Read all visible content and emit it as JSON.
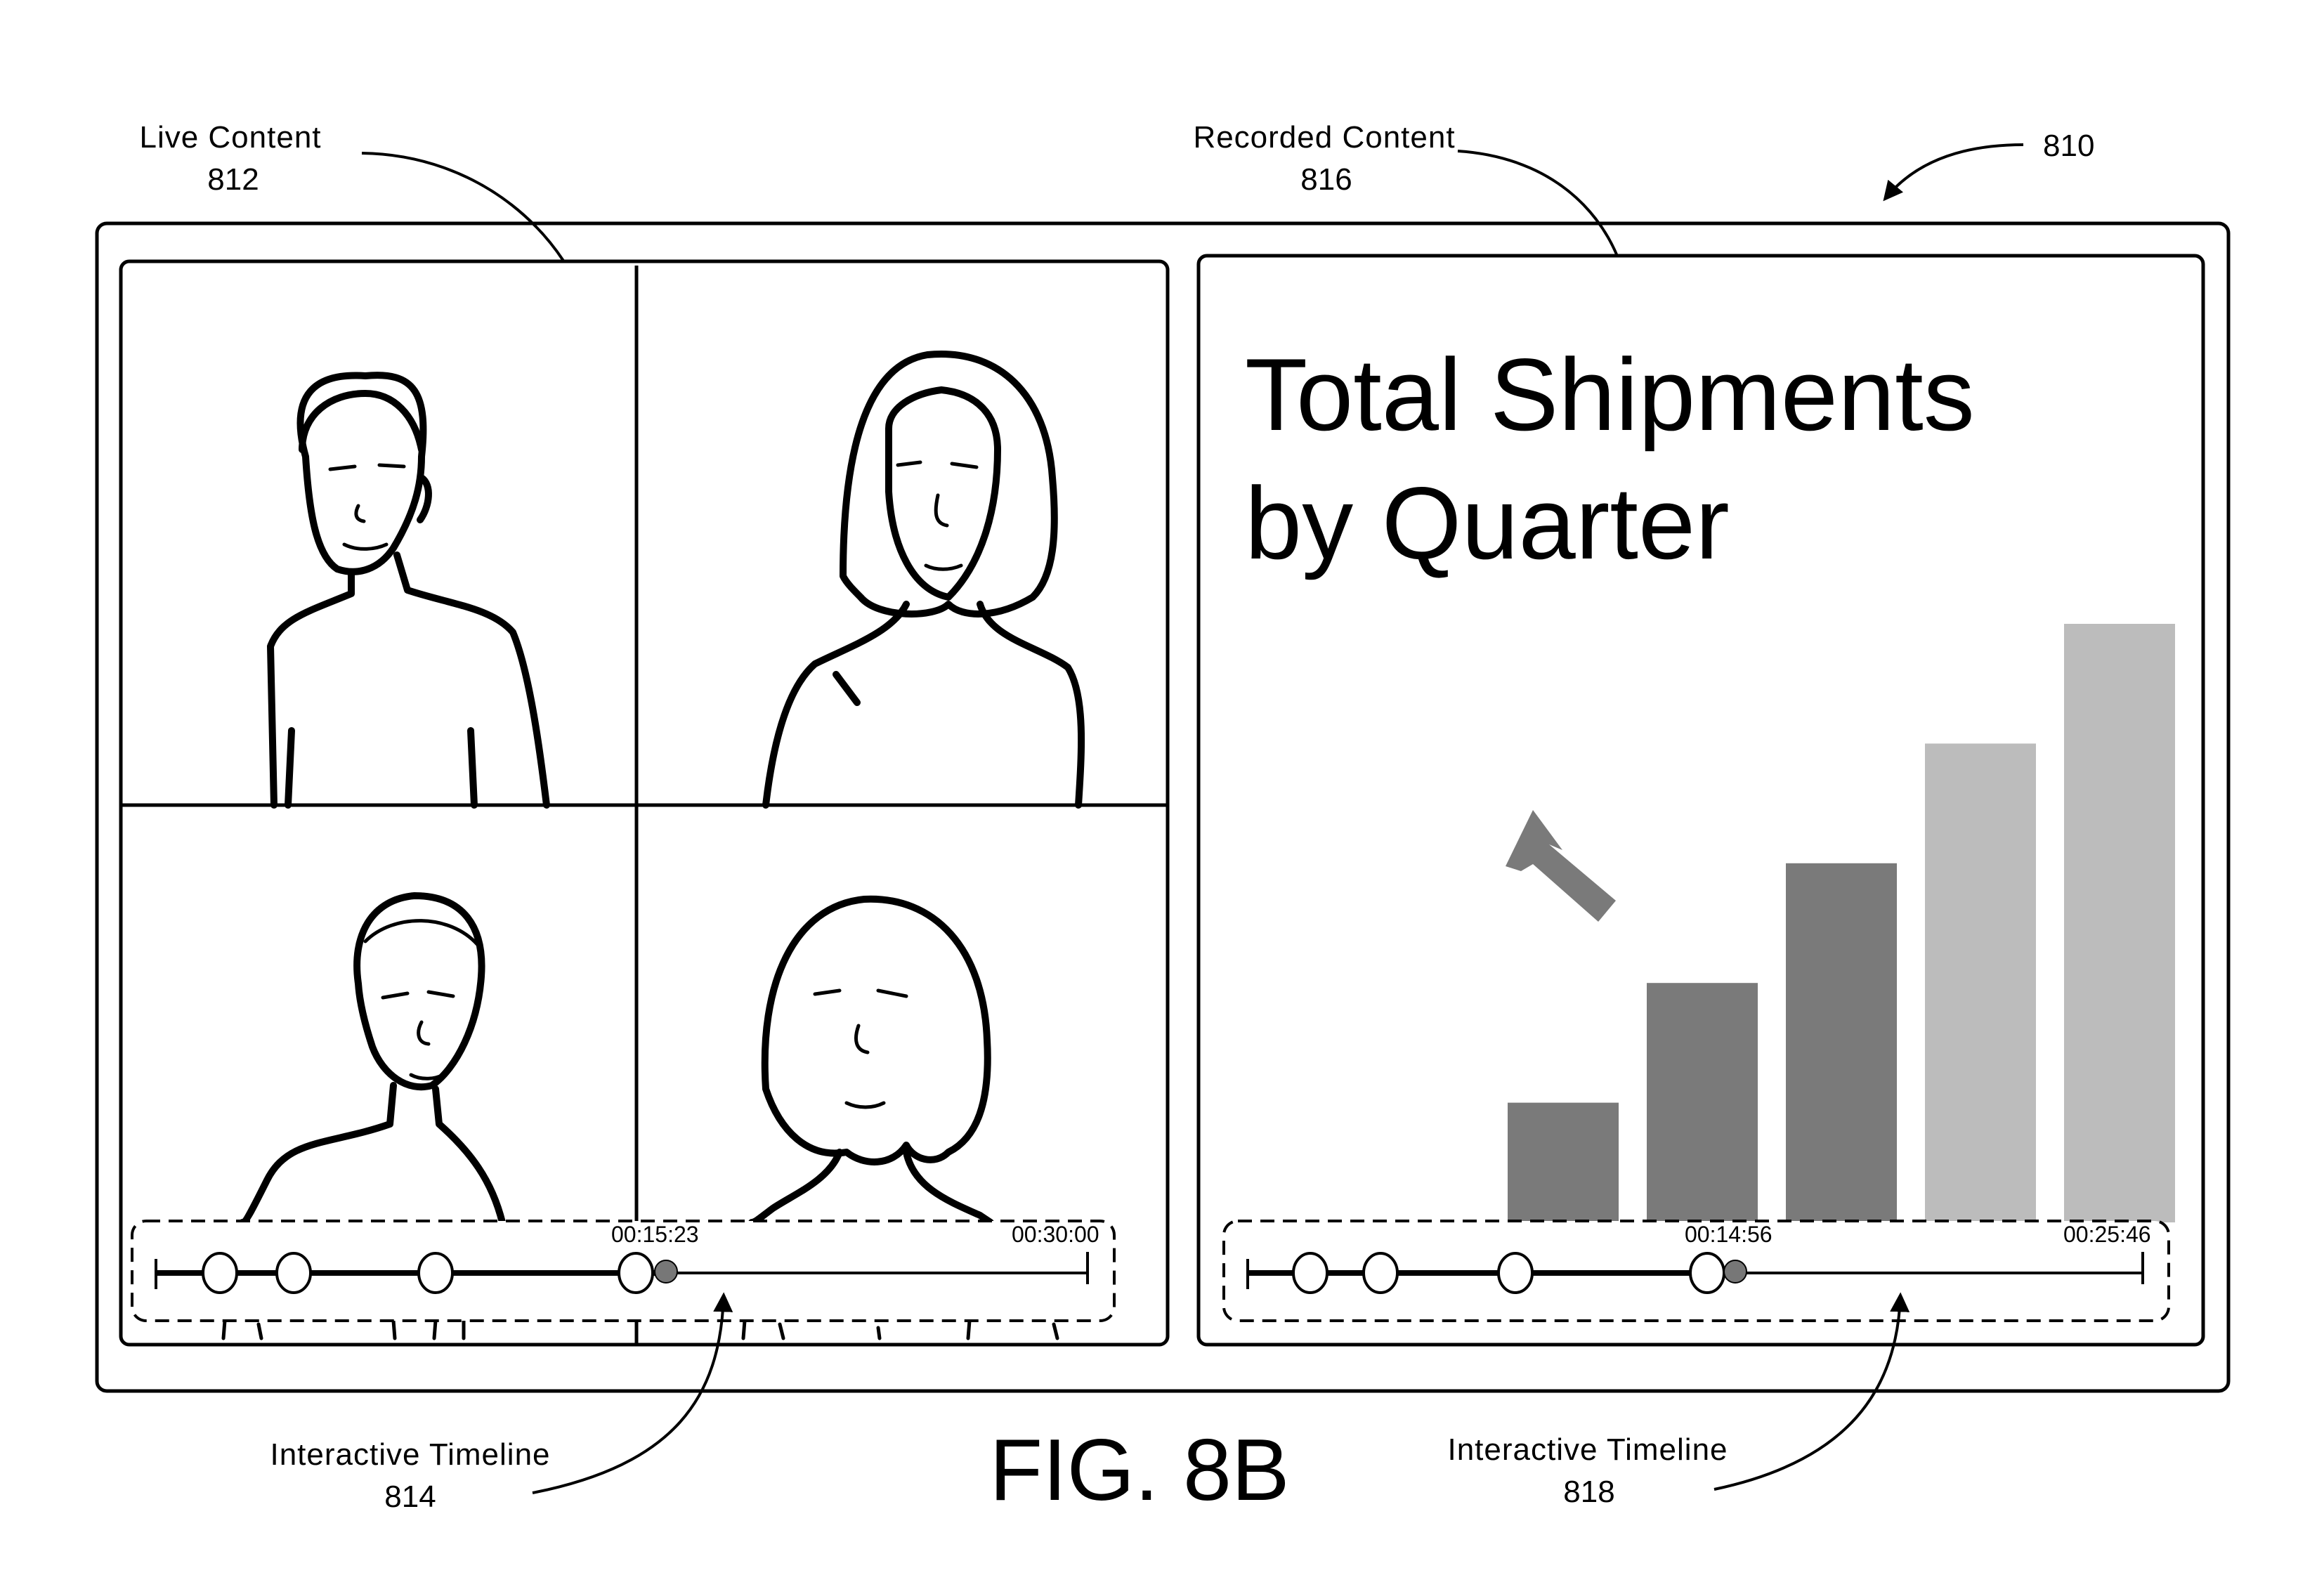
{
  "figure": {
    "ref_number": "810",
    "caption": "FIG. 8B"
  },
  "live_content": {
    "label": "Live Content",
    "ref": "812"
  },
  "recorded_content": {
    "label": "Recorded Content",
    "ref": "816",
    "slide_title_line1": "Total Shipments",
    "slide_title_line2": "by Quarter"
  },
  "timeline_live": {
    "label": "Interactive Timeline",
    "ref": "814",
    "current_time": "00:15:23",
    "end_time": "00:30:00",
    "progress": 0.55
  },
  "timeline_recorded": {
    "label": "Interactive Timeline",
    "ref": "818",
    "current_time": "00:14:56",
    "end_time": "00:25:46",
    "progress": 0.55
  },
  "chart_data": {
    "type": "bar",
    "values": [
      1,
      2,
      3,
      4,
      5
    ],
    "colors": [
      "#7a7a7a",
      "#7a7a7a",
      "#7a7a7a",
      "#bcbcbc",
      "#bcbcbc"
    ],
    "trend_arrow": "up-left",
    "title": "Total Shipments by Quarter"
  },
  "colors": {
    "bar_dark": "#7a7a7a",
    "bar_light": "#bcbcbc",
    "playhead": "#777777"
  }
}
